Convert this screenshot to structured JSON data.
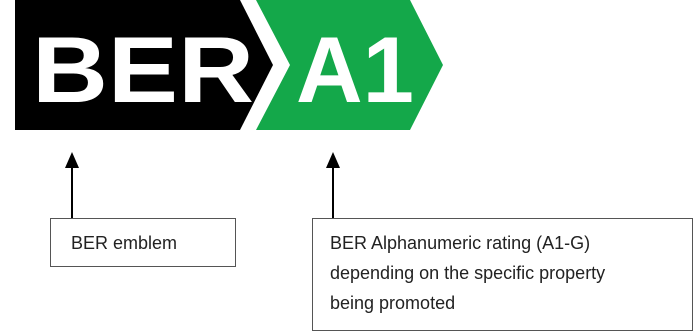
{
  "emblem": {
    "badge_text": "BER",
    "badge_color": "#000000",
    "rating_text": "A1",
    "rating_color": "#14a84a",
    "text_color": "#ffffff"
  },
  "callouts": {
    "emblem_label": "BER emblem",
    "rating_label_lines": [
      "BER Alphanumeric rating (A1-G)",
      "depending on the specific property",
      "being promoted"
    ]
  }
}
